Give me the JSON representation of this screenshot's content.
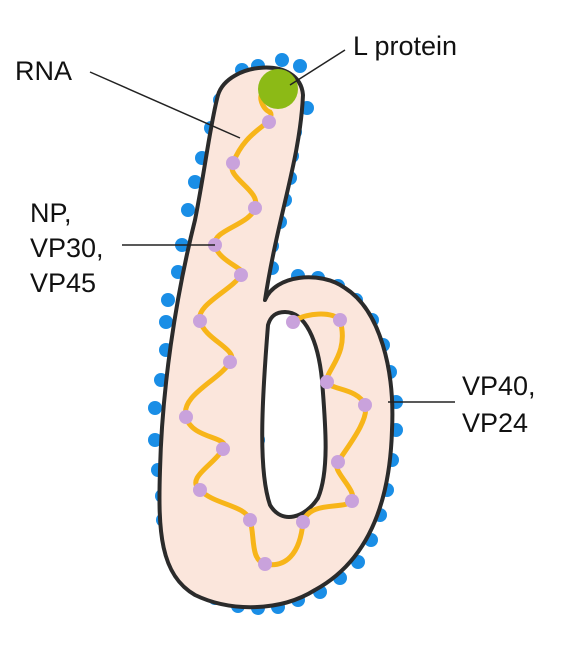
{
  "labels": {
    "rna": "RNA",
    "l_protein": "L protein",
    "np_line1": "NP,",
    "np_line2": "VP30,",
    "np_line3": "VP45",
    "vp_line1": "VP40,",
    "vp_line2": "VP24"
  },
  "colors": {
    "membrane_fill": "#fbe6dc",
    "membrane_outline": "#2b2b2b",
    "rna_strand": "#f7b519",
    "nucleoprotein": "#c9a2dc",
    "l_protein": "#8cba16",
    "surface_glycoprotein": "#1a8ee6"
  },
  "icons": {
    "virion": "ebola-virion-shape",
    "strand": "rna-strand",
    "dots": "protein-dot"
  }
}
